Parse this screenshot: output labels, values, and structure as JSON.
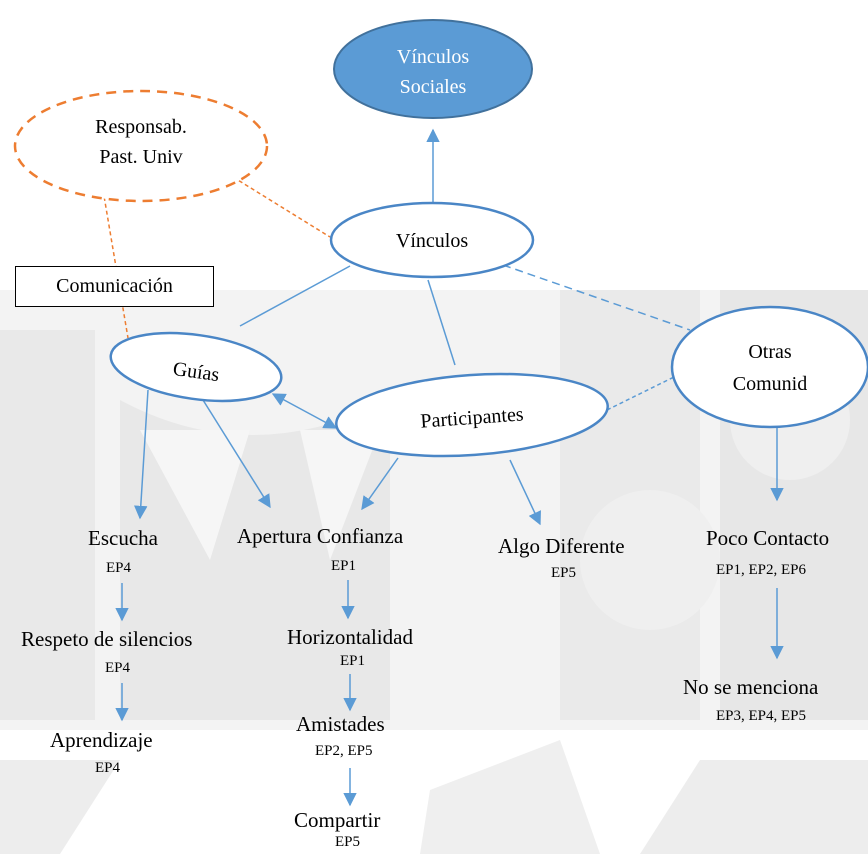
{
  "nodes": {
    "vinculos_sociales": [
      "Vínculos",
      "Sociales"
    ],
    "responsab": [
      "Responsab.",
      "Past. Univ"
    ],
    "vinculos": "Vínculos",
    "comunicacion": "Comunicación",
    "guias": "Guías",
    "participantes": "Participantes",
    "otras_comunid": [
      "Otras",
      "Comunid"
    ]
  },
  "outcomes": {
    "escucha": {
      "label": "Escucha",
      "ep": "EP4"
    },
    "respeto": {
      "label": "Respeto de silencios",
      "ep": "EP4"
    },
    "aprendizaje": {
      "label": "Aprendizaje",
      "ep": "EP4"
    },
    "apertura": {
      "label": "Apertura Confianza",
      "ep": "EP1"
    },
    "horizontalidad": {
      "label": "Horizontalidad",
      "ep": "EP1"
    },
    "amistades": {
      "label": "Amistades",
      "ep": "EP2, EP5"
    },
    "compartir": {
      "label": "Compartir",
      "ep": "EP5"
    },
    "algo_diferente": {
      "label": "Algo Diferente",
      "ep": "EP5"
    },
    "poco_contacto": {
      "label": "Poco Contacto",
      "ep": "EP1, EP2, EP6"
    },
    "no_se_menciona": {
      "label": "No se menciona",
      "ep": "EP3, EP4, EP5"
    }
  },
  "colors": {
    "blue_fill": "#5b9bd5",
    "blue_stroke": "#41719c",
    "ellipse_stroke": "#4a86c6",
    "orange": "#ed7d31",
    "watermark": "#e6e6e6"
  }
}
